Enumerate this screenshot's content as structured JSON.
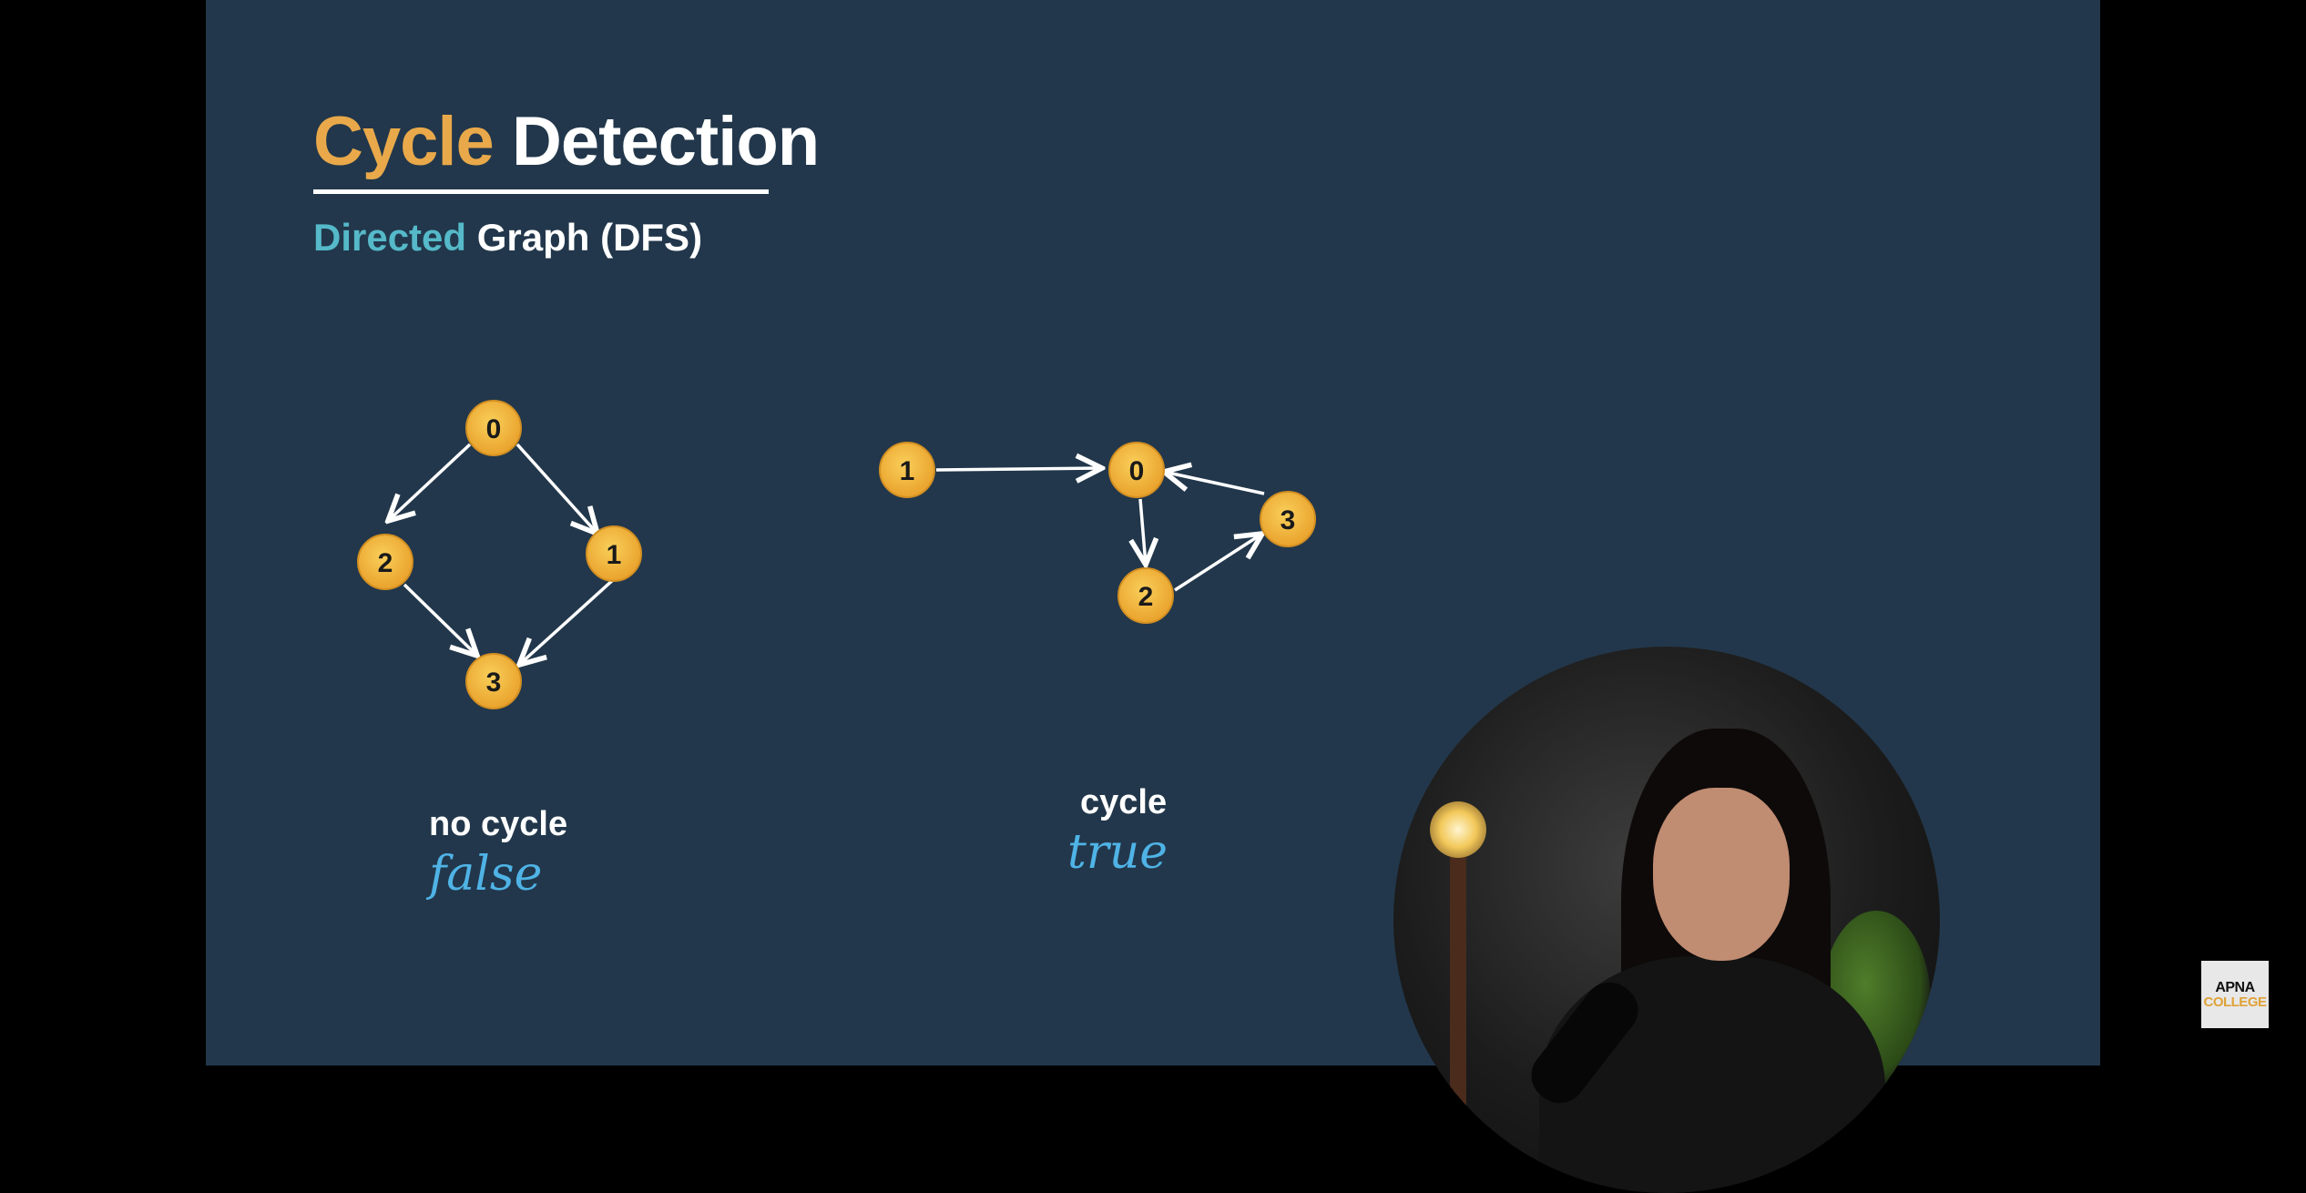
{
  "slide": {
    "title": {
      "word1": "Cycle",
      "word2": "Detection"
    },
    "subtitle": {
      "word1": "Directed",
      "word2": "Graph (DFS)"
    }
  },
  "graph_left": {
    "nodes": [
      "0",
      "1",
      "2",
      "3"
    ],
    "edges": [
      [
        "0",
        "2"
      ],
      [
        "0",
        "1"
      ],
      [
        "2",
        "3"
      ],
      [
        "1",
        "3"
      ]
    ],
    "caption": "no cycle",
    "result": "false"
  },
  "graph_right": {
    "nodes": [
      "1",
      "0",
      "2",
      "3"
    ],
    "edges": [
      [
        "1",
        "0"
      ],
      [
        "0",
        "2"
      ],
      [
        "2",
        "3"
      ],
      [
        "3",
        "0"
      ]
    ],
    "caption": "cycle",
    "result": "true"
  },
  "logo": {
    "line1": "APNA",
    "line2": "COLLEGE"
  },
  "colors": {
    "background": "#22374b",
    "title_accent": "#e9a94a",
    "subtitle_accent": "#55b9c9",
    "node_fill": "#f2b53a",
    "handwriting": "#4fb3e6"
  }
}
